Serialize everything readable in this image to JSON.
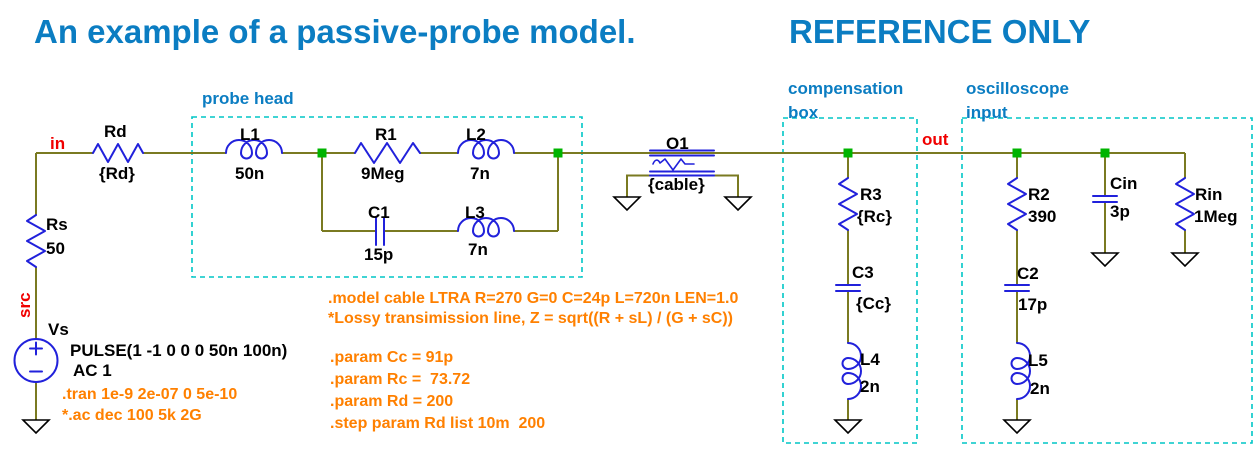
{
  "title": {
    "main": "An example of a passive-probe model.",
    "reference": "REFERENCE ONLY"
  },
  "sections": {
    "probe_head": {
      "label": "probe head"
    },
    "compensation_box": {
      "label_line1": "compensation",
      "label_line2": "box"
    },
    "oscilloscope_input": {
      "label_line1": "oscilloscope",
      "label_line2": "input"
    }
  },
  "net_labels": {
    "in": "in",
    "out": "out",
    "src": "src"
  },
  "components": {
    "Rd": {
      "name": "Rd",
      "value": "{Rd}"
    },
    "Rs": {
      "name": "Rs",
      "value": "50"
    },
    "Vs": {
      "name": "Vs",
      "value_line1": "PULSE(1 -1 0 0 0 50n 100n)",
      "value_line2": "AC 1"
    },
    "L1": {
      "name": "L1",
      "value": "50n"
    },
    "R1": {
      "name": "R1",
      "value": "9Meg"
    },
    "L2": {
      "name": "L2",
      "value": "7n"
    },
    "C1": {
      "name": "C1",
      "value": "15p"
    },
    "L3": {
      "name": "L3",
      "value": "7n"
    },
    "O1": {
      "name": "O1",
      "value": "{cable}"
    },
    "R3": {
      "name": "R3",
      "value": "{Rc}"
    },
    "C3": {
      "name": "C3",
      "value": "{Cc}"
    },
    "L4": {
      "name": "L4",
      "value": "2n"
    },
    "R2": {
      "name": "R2",
      "value": "390"
    },
    "C2": {
      "name": "C2",
      "value": "17p"
    },
    "L5": {
      "name": "L5",
      "value": "2n"
    },
    "Cin": {
      "name": "Cin",
      "value": "3p"
    },
    "Rin": {
      "name": "Rin",
      "value": "1Meg"
    }
  },
  "directives": {
    "tran": ".tran 1e-9 2e-07 0 5e-10",
    "ac": "*.ac dec 100 5k 2G",
    "model": ".model cable LTRA R=270 G=0 C=24p L=720n LEN=1.0",
    "lossy_comment": "*Lossy transimission line, Z = sqrt((R + sL) / (G + sC))",
    "param_cc": ".param Cc = 91p",
    "param_rc": ".param Rc =  73.72",
    "param_rd": ".param Rd = 200",
    "step": ".step param Rd list 10m  200"
  },
  "colors": {
    "title_blue": "#0b7dc2",
    "wire_olive": "#7a7a21",
    "component_blue": "#2121db",
    "node_green": "#00b400",
    "box_cyan": "#00c6c6",
    "net_red": "#f00000",
    "directive_orange": "#ff8000",
    "label_black": "#000000",
    "background": "#ffffff"
  }
}
